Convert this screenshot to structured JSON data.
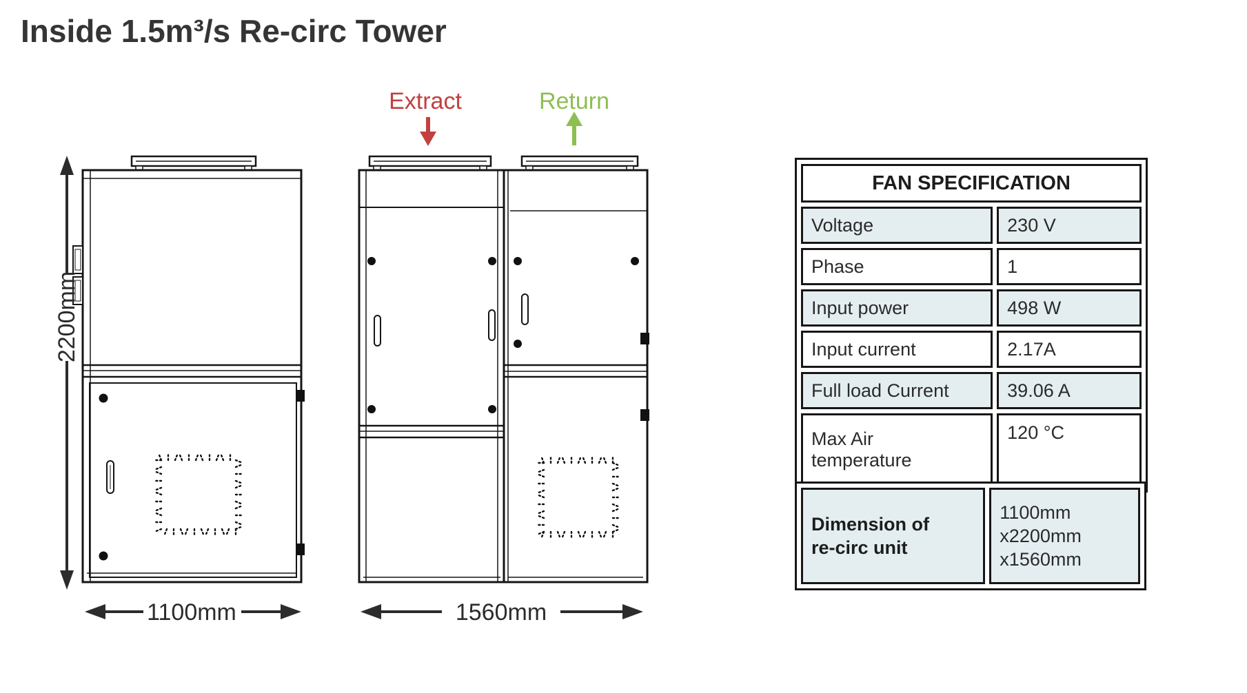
{
  "page": {
    "title": "Inside 1.5m³/s Re-circ Tower"
  },
  "diagram": {
    "flow_labels": {
      "extract": "Extract",
      "return": "Return"
    },
    "dimensions": {
      "height": "2200mm",
      "front_width": "1100mm",
      "side_width": "1560mm"
    },
    "colors": {
      "extract": "#c2403e",
      "return": "#8dbe52",
      "line": "#1f1f1f"
    }
  },
  "fan_spec": {
    "title": "FAN SPECIFICATION",
    "highlight_color": "#e4eef0",
    "rows": [
      {
        "label": "Voltage",
        "value": "230 V"
      },
      {
        "label": "Phase",
        "value": "1"
      },
      {
        "label": "Input power",
        "value": "498 W"
      },
      {
        "label": "Input current",
        "value": "2.17A"
      },
      {
        "label": "Full load Current",
        "value": "39.06 A"
      },
      {
        "label": "Max Air\ntemperature",
        "value": "120 °C"
      }
    ]
  },
  "dimension_table": {
    "label": "Dimension of\nre-circ unit",
    "value": "1100mm\nx2200mm\nx1560mm"
  }
}
